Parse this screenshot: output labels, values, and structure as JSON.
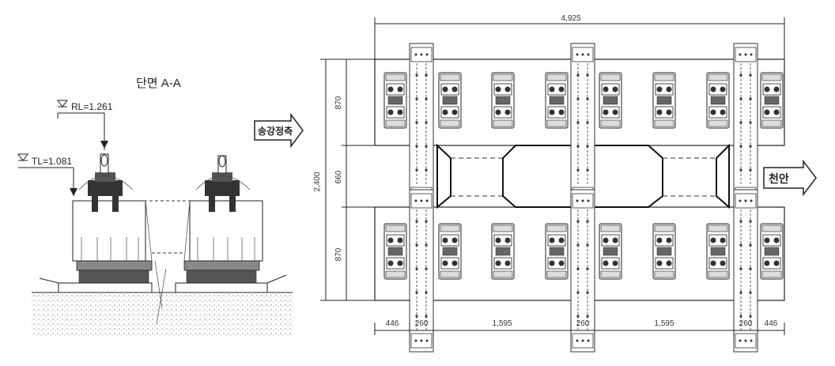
{
  "section": {
    "title": "단면 A-A",
    "rl_label": "RL=1.261",
    "tl_label": "TL=1.081",
    "direction_label": "송강정측"
  },
  "plan": {
    "direction_label": "천안",
    "overall_width": "4,925",
    "overall_height": "2,400",
    "height_segments": [
      "870",
      "660",
      "870"
    ],
    "width_segments": [
      "446",
      "260",
      "1,595",
      "260",
      "1,595",
      "260",
      "446"
    ]
  }
}
